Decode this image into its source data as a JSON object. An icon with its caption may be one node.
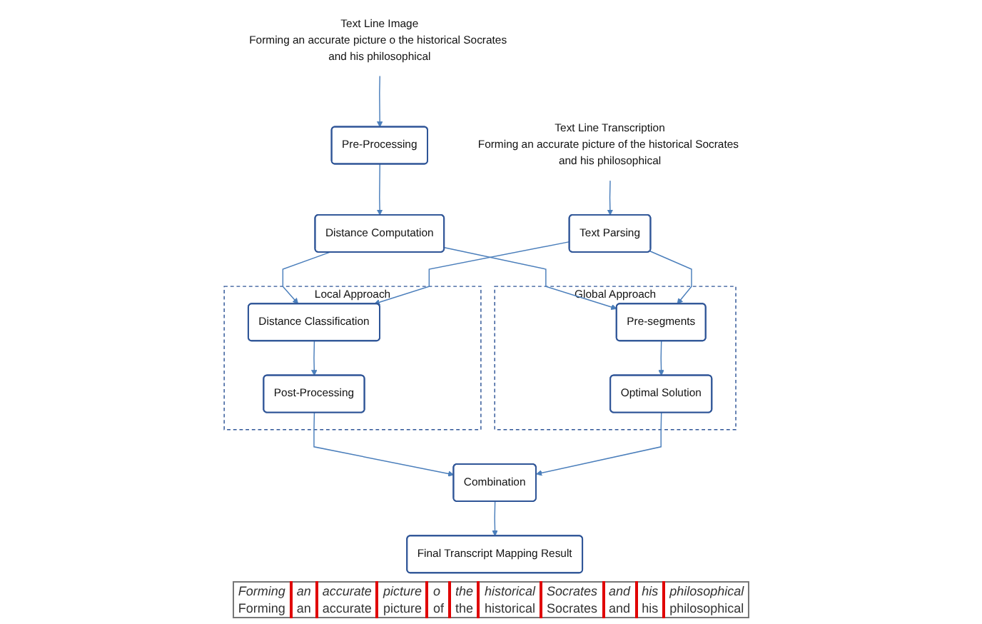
{
  "diagram": {
    "nodes": [
      {
        "text": [
          "Text Line Image",
          "Forming an accurate picture o the historical Socrates and his philosophical"
        ]
      },
      {
        "text": [
          "Pre-Processing"
        ]
      },
      {
        "text": [
          "Distance Computation"
        ]
      },
      {
        "text": [
          "Text Line Transcription",
          "Forming an accurate picture of the historical Socrates and his philosophical"
        ]
      },
      {
        "text": [
          "Text Parsing"
        ]
      },
      {
        "text": [
          "Local Approach"
        ]
      },
      {
        "text": [
          "Distance Classification"
        ],
        "in": 5
      },
      {
        "text": [
          "Post-Processing"
        ],
        "in": 5
      },
      {
        "text": [
          "Global Approach"
        ]
      },
      {
        "text": [
          "Pre-segments"
        ],
        "in": 8
      },
      {
        "text": [
          "Optimal Solution"
        ],
        "in": 8
      },
      {
        "text": [
          "Combination"
        ]
      },
      {
        "text": [
          "Final Transcript Mapping Result"
        ]
      }
    ],
    "edges": [
      {
        "from": 0,
        "to": 1,
        "arrow": "to"
      },
      {
        "from": 1,
        "to": 2,
        "arrow": "to"
      },
      {
        "from": 3,
        "to": 4,
        "arrow": "to"
      },
      {
        "from": 2,
        "to": 6,
        "arrow": "to"
      },
      {
        "from": 2,
        "to": 9,
        "arrow": "to"
      },
      {
        "from": 4,
        "to": 6,
        "arrow": "to"
      },
      {
        "from": 4,
        "to": 9,
        "arrow": "to"
      },
      {
        "from": 6,
        "to": 7,
        "arrow": "to"
      },
      {
        "from": 9,
        "to": 10,
        "arrow": "to"
      },
      {
        "from": 7,
        "to": 11,
        "arrow": "to"
      },
      {
        "from": 10,
        "to": 11,
        "arrow": "to"
      },
      {
        "from": 11,
        "to": 12,
        "arrow": "to"
      }
    ],
    "labels": [
      "Forming",
      "an",
      "accurate",
      "picture",
      "o",
      "the",
      "historical",
      "Socrates",
      "and",
      "his",
      "philosophical",
      "Forming",
      "an",
      "accurate",
      "picture",
      "of",
      "the",
      "historical",
      "Socrates",
      "and",
      "his",
      "philosophical"
    ]
  }
}
